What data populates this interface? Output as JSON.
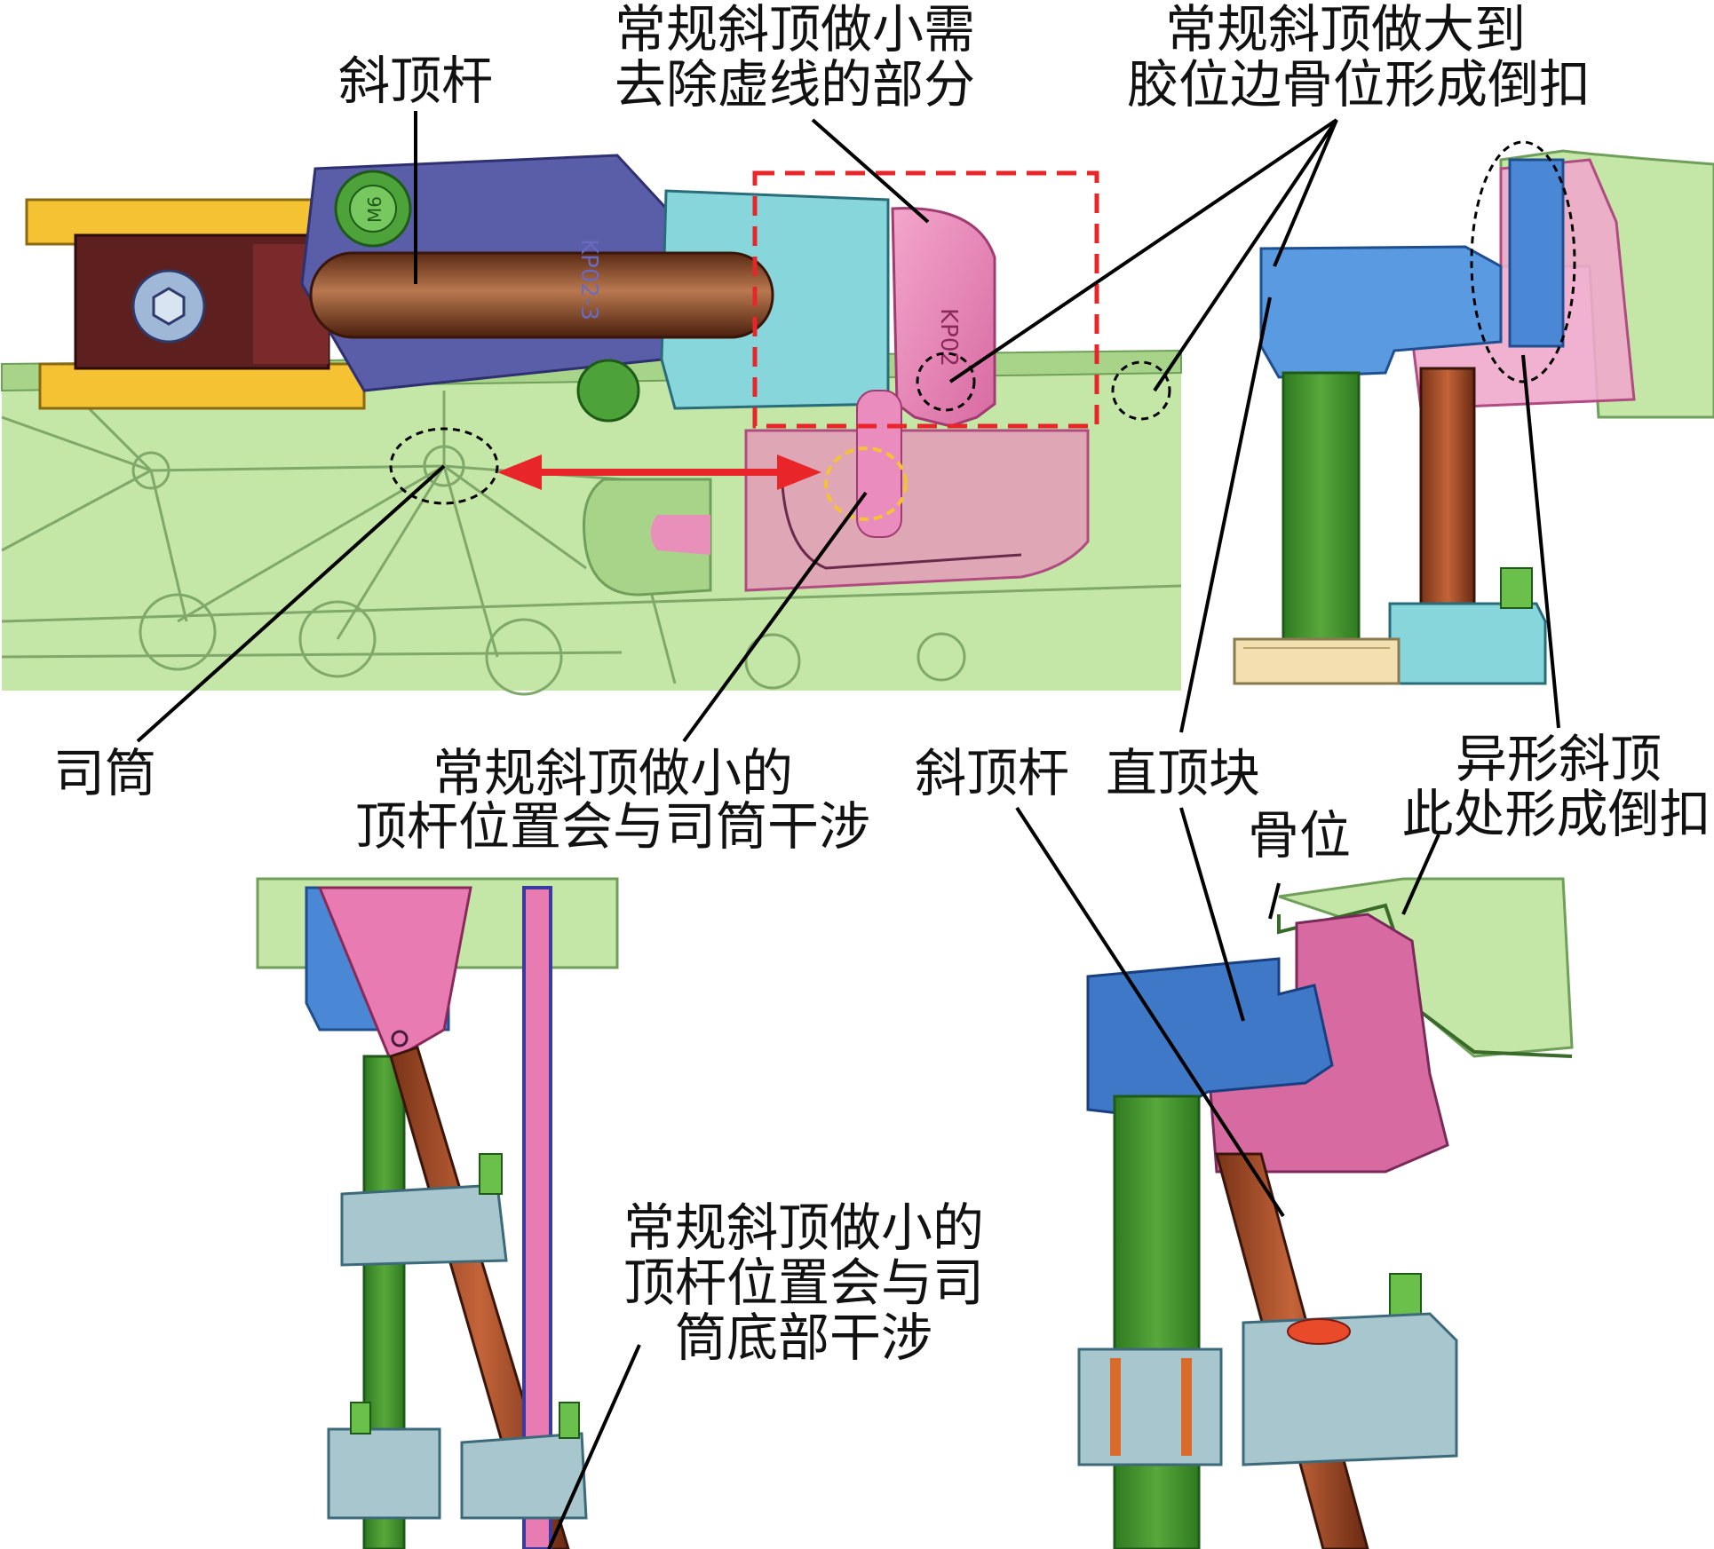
{
  "colors": {
    "mold_green": "#bfe3a0",
    "mold_line": "#7fa86a",
    "block_purple": "#5a5ea8",
    "block_cyan": "#86d6dc",
    "lifter_pink": "#e87bb2",
    "lifter_pink_light": "#efa9cc",
    "rod_brown": "#8a4a2a",
    "yellow_plate": "#f4c233",
    "dark_block": "#5e1f1f",
    "blue_block": "#4a88d6",
    "ejector_green": "#3f8f2a",
    "guide_gray": "#aac8cf",
    "arrow_red": "#e8262a",
    "leader_black": "#000000"
  },
  "labels": {
    "top_left_rod": "斜顶杆",
    "top_mid_line1": "常规斜顶做小需",
    "top_mid_line2": "去除虚线的部分",
    "top_right_line1": "常规斜顶做大到",
    "top_right_line2": "胶位边骨位形成倒扣",
    "sleeve": "司筒",
    "mid_interfere_line1": "常规斜顶做小的",
    "mid_interfere_line2": "顶杆位置会与司筒干涉",
    "right_rod": "斜顶杆",
    "straight_block": "直顶块",
    "special_lifter_line1": "异形斜顶",
    "special_lifter_line2": "此处形成倒扣",
    "rib": "骨位",
    "bottom_interfere_line1": "常规斜顶做小的",
    "bottom_interfere_line2": "顶杆位置会与司",
    "bottom_interfere_line3": "筒底部干涉"
  },
  "part_marks": {
    "bolt": "M6",
    "block_code": "KP02-3",
    "lifter_code": "KP02"
  }
}
